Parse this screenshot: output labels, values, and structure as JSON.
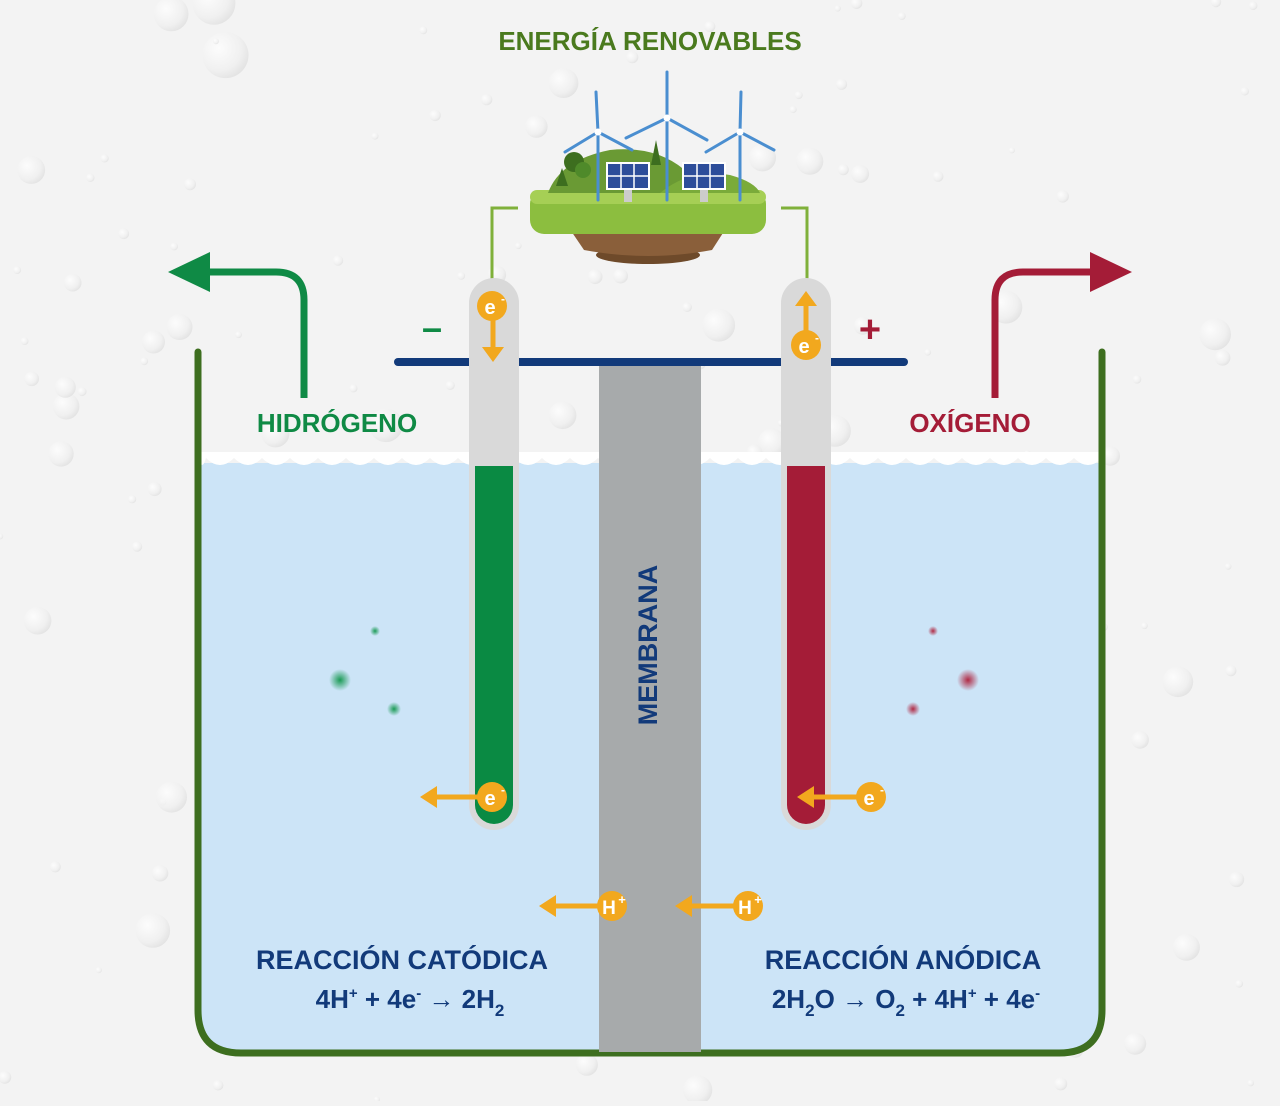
{
  "title": "ENERGÍA RENOVABLES",
  "hydrogen_label": "HIDRÓGENO",
  "oxygen_label": "OXÍGENO",
  "membrane_label": "MEMBRANA",
  "cathode_sign": "–",
  "anode_sign": "+",
  "electron_symbol": "e",
  "electron_charge": "-",
  "proton_symbol": "H",
  "proton_charge": "+",
  "cathode": {
    "title": "REACCIÓN CATÓDICA",
    "eq_a": "4H",
    "eq_a_sup": "+",
    "eq_b": " + 4e",
    "eq_b_sup": "-",
    "eq_arrow": " → ",
    "eq_c": "2H",
    "eq_c_sub": "2"
  },
  "anode": {
    "title": "REACCIÓN ANÓDICA",
    "eq_a": "2H",
    "eq_a_sub": "2",
    "eq_b": "O → O",
    "eq_b_sub": "2",
    "eq_c": " + 4H",
    "eq_c_sup": "+",
    "eq_d": " + 4e",
    "eq_d_sup": "-"
  },
  "colors": {
    "hydrogen": "#0f8a45",
    "oxygen": "#a41c37",
    "electrode_green": "#0a8a43",
    "electrode_red": "#a41c37",
    "navy": "#123a7a",
    "title_green": "#4a7a1e",
    "tank_green": "#3d6e1f",
    "water": "#cce4f7",
    "membrane": "#a7aaab",
    "particle": "#f2a81e"
  }
}
